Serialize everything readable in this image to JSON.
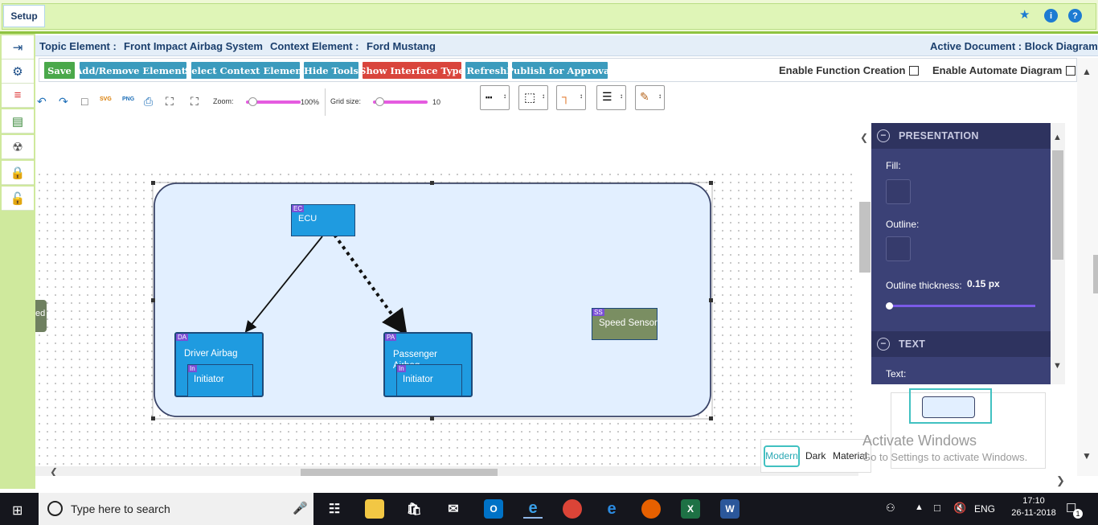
{
  "header": {
    "tab": "Setup"
  },
  "info_bar": {
    "topic_label": "Topic Element :",
    "topic_value": "Front Impact Airbag System",
    "context_label": "Context Element :",
    "context_value": "Ford Mustang",
    "active_doc": "Active Document : Block Diagram"
  },
  "toolbar": {
    "buttons": [
      {
        "label": "Save",
        "color": "#4aa84a"
      },
      {
        "label": "Add/Remove Elements",
        "color": "#3b9bbd"
      },
      {
        "label": "Select Context Element",
        "color": "#3b9bbd"
      },
      {
        "label": "Hide Tools",
        "color": "#3b9bbd"
      },
      {
        "label": "Show Interface Type",
        "color": "#d9453c"
      },
      {
        "label": "Refresh",
        "color": "#3b9bbd"
      },
      {
        "label": "Publish for Approval",
        "color": "#3b9bbd"
      }
    ],
    "enable_function": "Enable Function Creation",
    "enable_automate": "Enable Automate Diagram"
  },
  "tools": {
    "zoom_label": "Zoom:",
    "zoom_value": "100%",
    "zoom_level": 0.12,
    "grid_label": "Grid size:",
    "grid_value": "10",
    "grid_level": 0.12,
    "svg_icon": "SVG",
    "png_icon": "PNG"
  },
  "diagram": {
    "ecu": {
      "tag": "EC",
      "label": "ECU"
    },
    "driver": {
      "tag": "DA",
      "label": "Driver Airbag"
    },
    "driver_init": {
      "tag": "In",
      "label": "Initiator"
    },
    "passenger": {
      "tag": "PA",
      "label": "Passenger Airbag"
    },
    "passenger_init": {
      "tag": "In",
      "label": "Initiator"
    },
    "speed": {
      "tag": "SS",
      "label": "Speed Sensor"
    },
    "side_tab": "ed"
  },
  "panel": {
    "presentation": "PRESENTATION",
    "fill": "Fill:",
    "outline": "Outline:",
    "thickness_label": "Outline thickness:",
    "thickness_value": "0.15 px",
    "text_section": "TEXT",
    "text_label": "Text:"
  },
  "themes": {
    "modern": "Modern",
    "dark": "Dark",
    "material": "Material"
  },
  "watermark": {
    "title": "Activate Windows",
    "subtitle": "Go to Settings to activate Windows."
  },
  "taskbar": {
    "search": "Type here to search",
    "lang": "ENG",
    "time": "17:10",
    "date": "26-11-2018",
    "badge": "1"
  }
}
